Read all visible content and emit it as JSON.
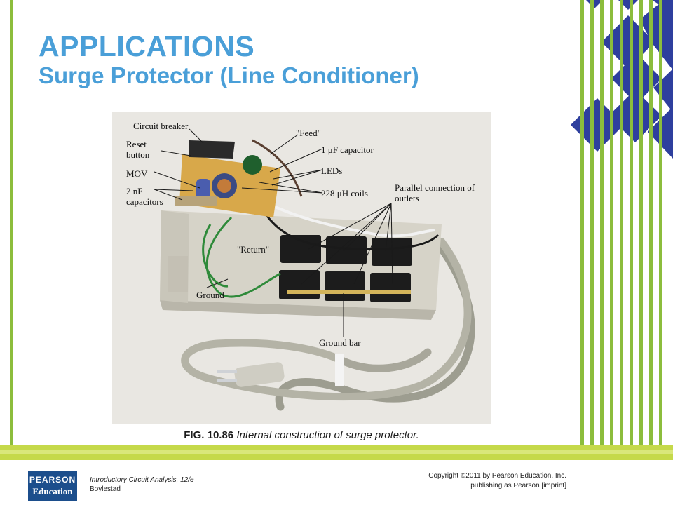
{
  "slide": {
    "title_line1": "APPLICATIONS",
    "title_line2": "Surge Protector (Line Conditioner)"
  },
  "figure": {
    "number": "FIG. 10.86",
    "caption": "Internal construction of surge protector.",
    "labels": {
      "circuit_breaker": "Circuit breaker",
      "reset_1": "Reset",
      "reset_2": "button",
      "mov": "MOV",
      "cap2nf_1": "2 nF",
      "cap2nf_2": "capacitors",
      "feed": "\"Feed\"",
      "cap1uf": "1 μF capacitor",
      "leds": "LEDs",
      "coils": "228 μH coils",
      "parallel_1": "Parallel connection of",
      "parallel_2": "outlets",
      "return": "\"Return\"",
      "ground": "Ground",
      "ground_bar": "Ground bar"
    }
  },
  "footer": {
    "book_title": "Introductory Circuit Analysis, 12/e",
    "author": "Boylestad",
    "copyright": "Copyright ©2011 by Pearson Education, Inc.",
    "publisher": "publishing as Pearson [imprint]",
    "logo_top": "PEARSON",
    "logo_bottom": "Education"
  },
  "colors": {
    "title": "#4a9fd8",
    "green_stripes": "#8cbd3c",
    "blue_diamonds": "#2e3f9e",
    "footer_band": "#c5d94a",
    "logo_bg": "#1c4e8c"
  }
}
